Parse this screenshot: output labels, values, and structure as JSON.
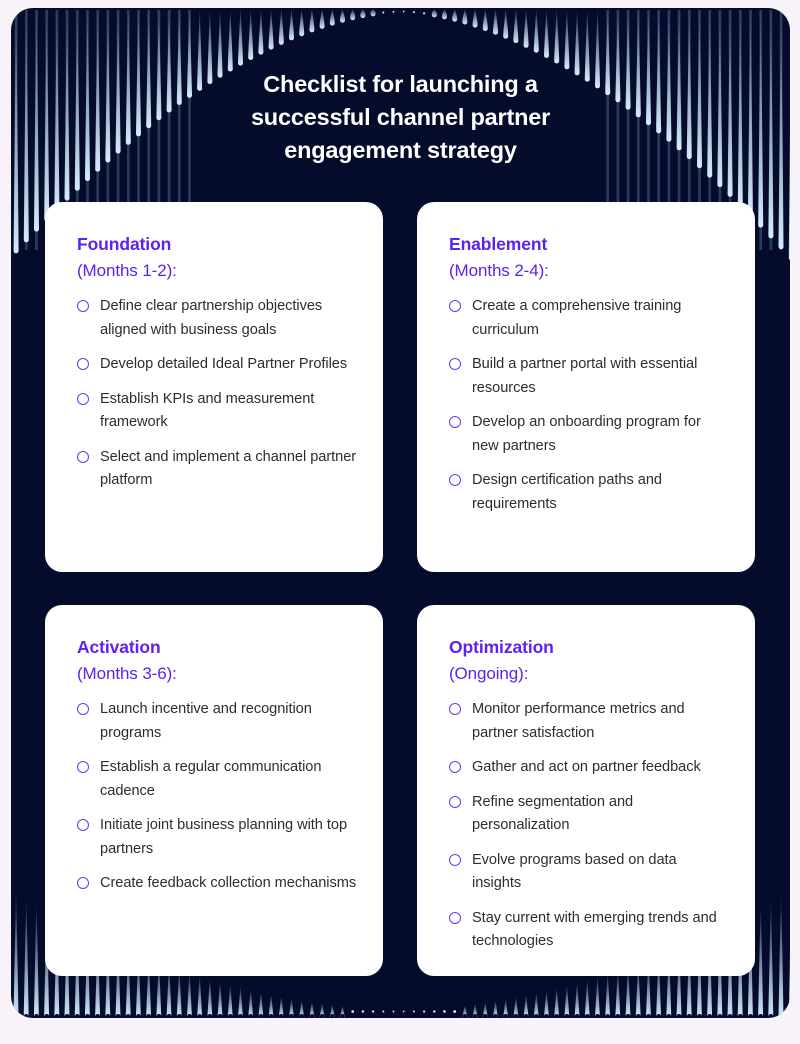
{
  "title": "Checklist for launching a\nsuccessful channel partner\nengagement strategy",
  "colors": {
    "page_background": "#f8f3f9",
    "canvas_background": "#050b2b",
    "accent_purple": "#5b22f0",
    "bullet_outline": "#6a3af2",
    "body_text": "#2c2c34",
    "title_text": "#ffffff",
    "card_background": "#ffffff",
    "decoration_light": "#cfe9fa"
  },
  "cards": [
    {
      "heading": "Foundation",
      "period": "(Months 1-2):",
      "items": [
        "Define clear partnership objectives aligned with business goals",
        "Develop detailed Ideal Partner Profiles",
        "Establish KPIs and measurement framework",
        "Select and implement a channel partner platform"
      ]
    },
    {
      "heading": "Enablement",
      "period": "(Months 2-4):",
      "items": [
        "Create a comprehensive training curriculum",
        "Build a partner portal with essential resources",
        "Develop an onboarding program for new partners",
        "Design certification paths and requirements"
      ]
    },
    {
      "heading": "Activation",
      "period": "(Months 3-6):",
      "items": [
        "Launch incentive and recognition programs",
        "Establish a regular communication cadence",
        "Initiate joint business planning with top partners",
        "Create feedback collection mechanisms"
      ]
    },
    {
      "heading": "Optimization",
      "period": "(Ongoing):",
      "items": [
        "Monitor performance metrics and partner satisfaction",
        "Gather and act on partner feedback",
        "Refine segmentation and personalization",
        "Evolve programs based on data insights",
        "Stay current with emerging trends and technologies"
      ]
    }
  ],
  "decoration": {
    "top_name": "teardrop-arch-top",
    "bottom_name": "teardrop-arch-bottom",
    "stripe_spacing": 10.2,
    "stripe_width": 5
  }
}
